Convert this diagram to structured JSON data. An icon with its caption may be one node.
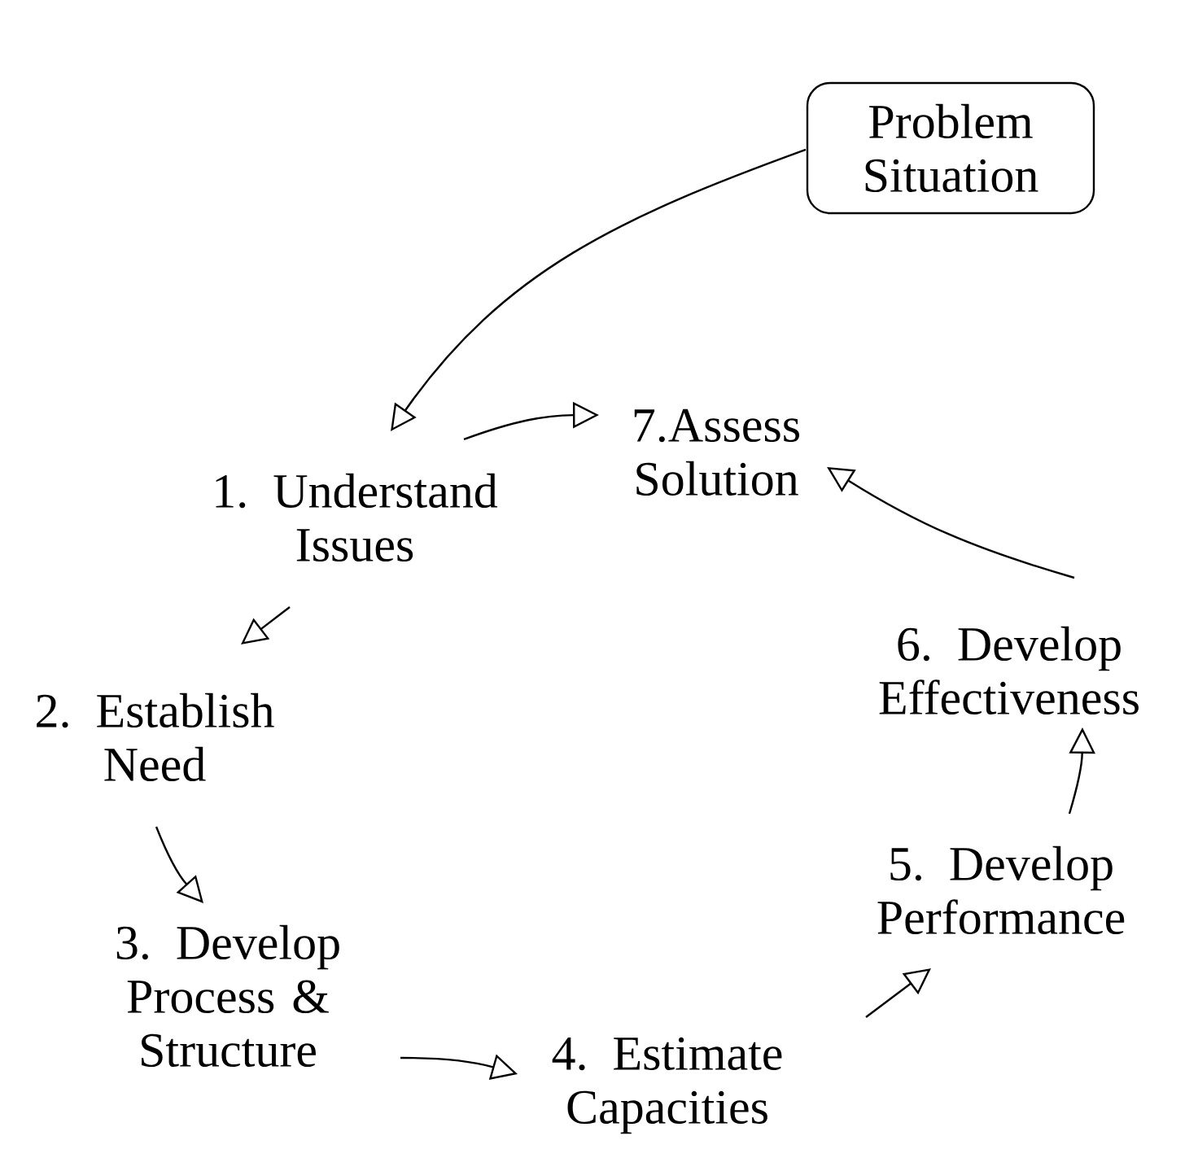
{
  "diagram": {
    "nodes": [
      {
        "text": [
          "Problem Situation"
        ]
      },
      {
        "text": [
          "1. Understand Issues"
        ]
      },
      {
        "text": [
          "2. Establish Need"
        ]
      },
      {
        "text": [
          "3. Develop Process & Structure"
        ]
      },
      {
        "text": [
          "4. Estimate Capacities"
        ]
      },
      {
        "text": [
          "5. Develop Performance"
        ]
      },
      {
        "text": [
          "6. Develop Effectiveness"
        ]
      },
      {
        "text": [
          "7.Assess Solution"
        ]
      }
    ],
    "edges": [
      {
        "from": 0,
        "to": 1,
        "arrow": "to"
      },
      {
        "from": 1,
        "to": 7,
        "arrow": "to"
      },
      {
        "from": 1,
        "to": 2,
        "arrow": "to"
      },
      {
        "from": 2,
        "to": 3,
        "arrow": "to"
      },
      {
        "from": 3,
        "to": 4,
        "arrow": "to"
      },
      {
        "from": 4,
        "to": 5,
        "arrow": "to"
      },
      {
        "from": 5,
        "to": 6,
        "arrow": "to"
      },
      {
        "from": 6,
        "to": 7,
        "arrow": "to"
      }
    ]
  }
}
